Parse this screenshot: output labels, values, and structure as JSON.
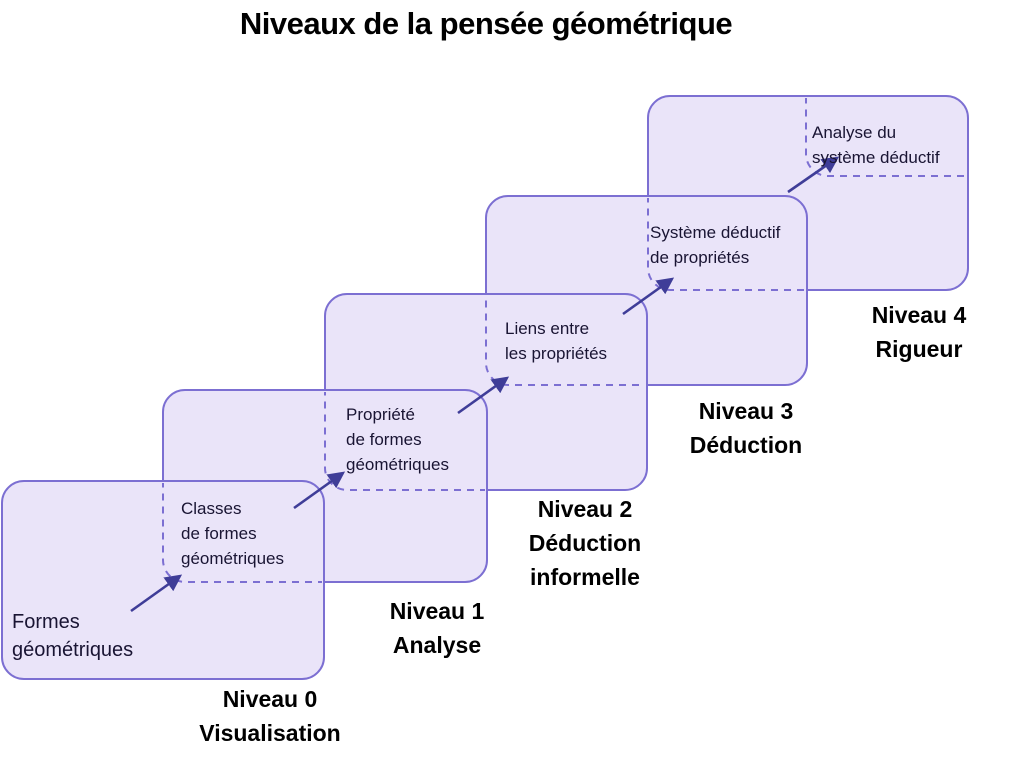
{
  "title": "Niveaux de la pensée géométrique",
  "levels": [
    {
      "box_text": "Formes\ngéométriques",
      "label": "Niveau 0\nVisualisation"
    },
    {
      "box_text": "Classes\nde formes\ngéométriques",
      "label": "Niveau 1\nAnalyse"
    },
    {
      "box_text": "Propriété\nde formes\ngéométriques",
      "label": "Niveau 2\nDéduction\ninformelle"
    },
    {
      "box_text": "Liens entre\nles propriétés",
      "label": "Niveau 3\nDéduction"
    },
    {
      "box_text": "Système déductif\nde propriétés",
      "label": "Niveau 4\nRigueur"
    }
  ],
  "apex_text": "Analyse du\nsystème déductif",
  "colors": {
    "background": "#FFFFFF",
    "box_fill": "#EAE4F9",
    "box_border": "#7C6FD2",
    "arrow": "#3F3D98",
    "text": "#191433"
  }
}
